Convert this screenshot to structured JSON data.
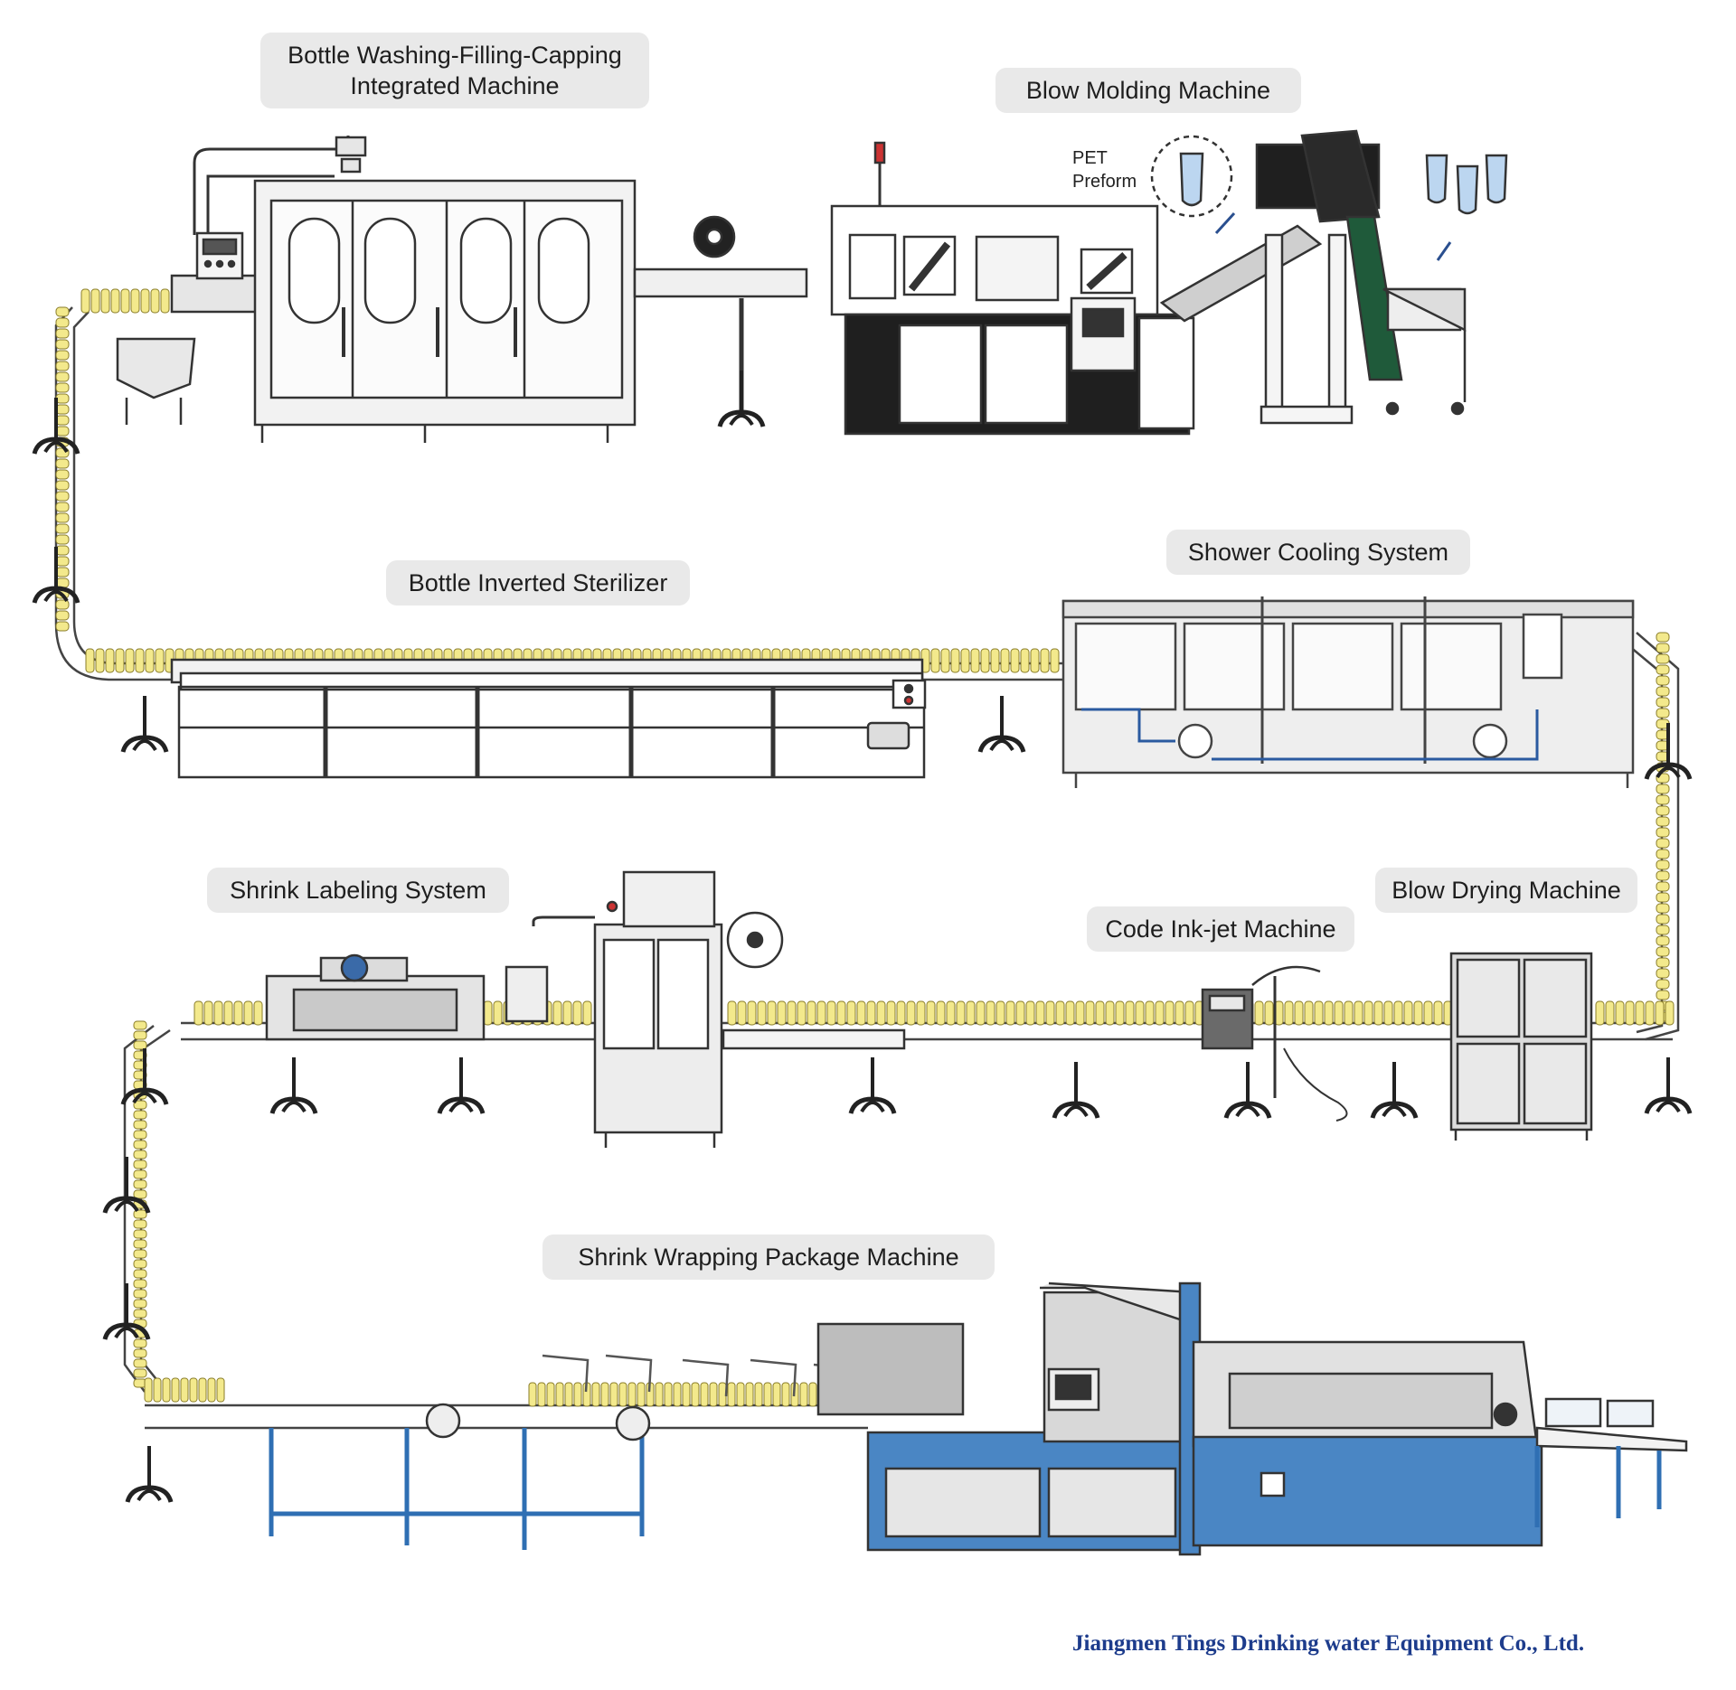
{
  "labels": {
    "washing_filling_capping": [
      "Bottle Washing-Filling-Capping",
      "Integrated Machine"
    ],
    "blow_molding": "Blow Molding Machine",
    "pet_preform": [
      "PET",
      "Preform"
    ],
    "inverted_sterilizer": "Bottle Inverted Sterilizer",
    "shower_cooling": "Shower Cooling System",
    "shrink_labeling": "Shrink Labeling System",
    "blow_drying": "Blow Drying Machine",
    "code_inkjet": "Code Ink-jet Machine",
    "shrink_wrapping": "Shrink Wrapping Package Machine"
  },
  "company": "Jiangmen Tings Drinking water Equipment Co., Ltd.",
  "colors": {
    "bottle": "#f3e98c",
    "bottle_outline": "#8a7d2a",
    "machine_body": "#e6e6e6",
    "machine_outline": "#333333",
    "wrapper_frame": "#4a86c4",
    "label_bg": "#e9e9e9",
    "company_text": "#1d3c8c"
  }
}
